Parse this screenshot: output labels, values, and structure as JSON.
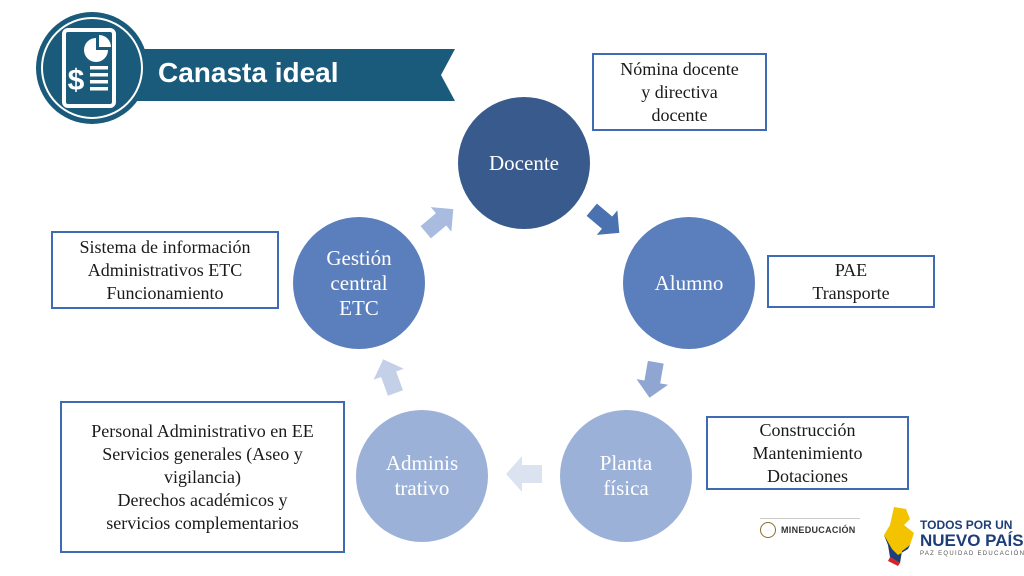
{
  "header": {
    "title": "Canasta ideal",
    "icon": "invoice-chart-icon"
  },
  "colors": {
    "banner": "#1a5a7a",
    "dark_circle": "#385a8c",
    "mid_circle": "#5b7fbc",
    "light_circle": "#9cb1d8",
    "box_border": "#3f6ab4"
  },
  "cycle": {
    "docente": "Docente",
    "alumno": "Alumno",
    "planta": "Planta\nfísica",
    "administrativo": "Adminis\ntrativo",
    "gestion": "Gestión\ncentral\nETC"
  },
  "boxes": {
    "nomina": "Nómina docente\ny directiva\ndocente",
    "sistema": "Sistema de información\nAdministrativos ETC\nFuncionamiento",
    "pae": "PAE\nTransporte",
    "personal": "Personal Administrativo en EE\nServicios generales (Aseo y\nvigilancia)\nDerechos académicos y\nservicios complementarios",
    "construccion": "Construcción\nMantenimiento\nDotaciones"
  },
  "logos": {
    "mineducacion": "MINEDUCACIÓN",
    "todos_line1": "TODOS POR UN",
    "todos_line2": "NUEVO PAÍS",
    "todos_line3": "PAZ  EQUIDAD  EDUCACIÓN"
  }
}
